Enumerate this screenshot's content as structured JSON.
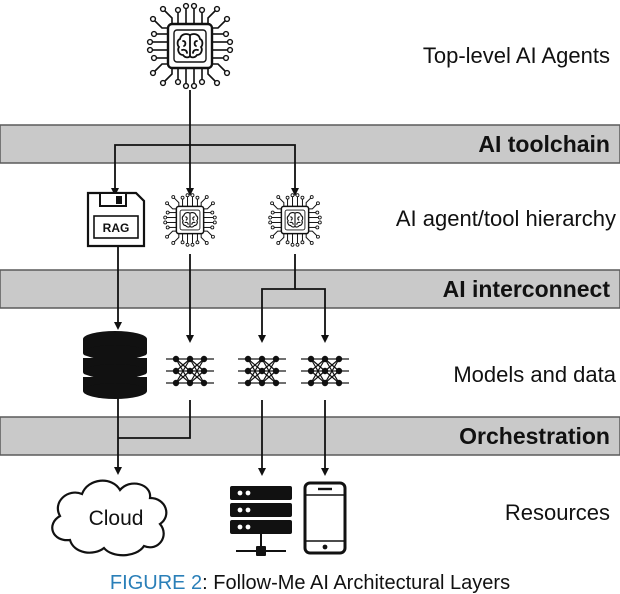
{
  "layers": {
    "top_agents": "Top-level AI Agents",
    "toolchain": "AI toolchain",
    "hierarchy": "AI agent/tool hierarchy",
    "interconnect": "AI interconnect",
    "models": "Models and data",
    "orchestration": "Orchestration",
    "resources": "Resources"
  },
  "icons": {
    "rag_label": "RAG",
    "cloud_label": "Cloud"
  },
  "caption": {
    "figure": "FIGURE 2",
    "text": ": Follow-Me AI Architectural Layers"
  },
  "colors": {
    "band": "#c9c9c9",
    "band_border": "#5a5a5a",
    "ink": "#111111",
    "caption_figure": "#2a7fb8"
  }
}
